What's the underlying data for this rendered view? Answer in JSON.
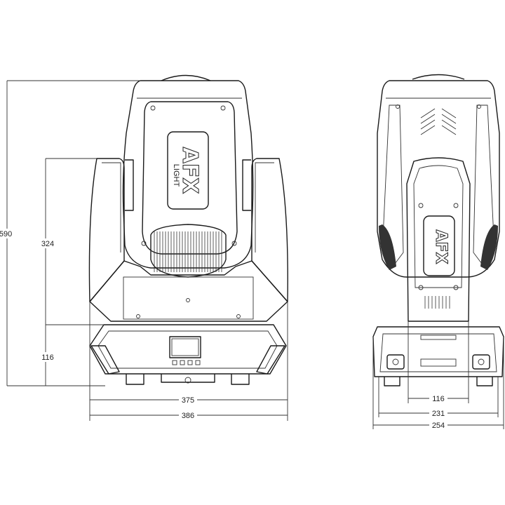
{
  "dimensions": {
    "front_height_total": "590",
    "front_arm_height": "324",
    "front_base_height": "116",
    "front_body_width": "375",
    "front_base_width": "386",
    "side_inner_width": "116",
    "side_mid_width": "231",
    "side_total_width": "254"
  },
  "logo": {
    "mark": "AFX",
    "word": "LIGHT"
  },
  "colors": {
    "line": "#1a1a1a",
    "background": "#ffffff"
  }
}
